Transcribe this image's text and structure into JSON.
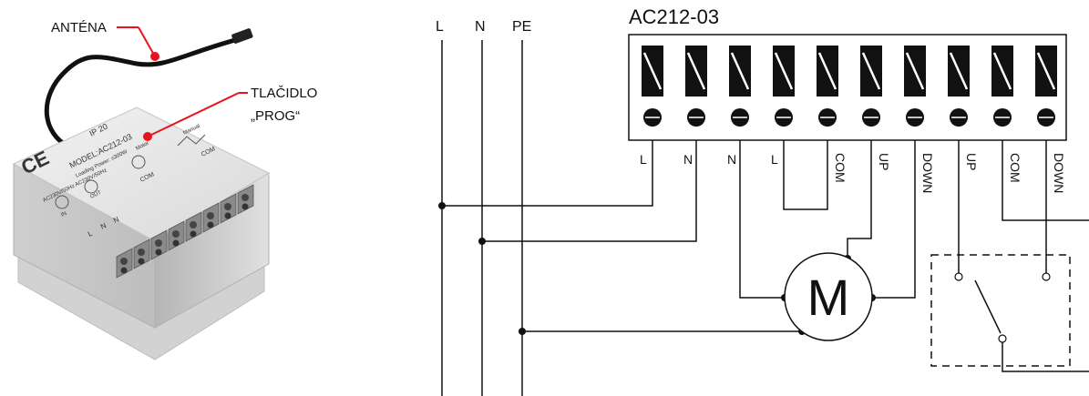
{
  "photo": {
    "antenna_label": "ANTÉNA",
    "prog_label_line1": "TLAČIDLO",
    "prog_label_line2": "„PROG“",
    "device_ce": "CE",
    "device_ip": "IP 20",
    "device_model": "MODEL:AC212-03",
    "device_power": "Loading Power: ≤300W",
    "device_voltage": "AC230V/50Hz AC230V/50Hz",
    "device_in": "IN",
    "device_out": "OUT",
    "device_motor": "Motor",
    "device_manual": "Manual",
    "device_com1": "COM",
    "device_com2": "COM",
    "device_l": "L",
    "device_n1": "N",
    "device_n2": "N",
    "accent_color": "#e8141b"
  },
  "diagram": {
    "title": "AC212-03",
    "bus_labels": [
      "L",
      "N",
      "PE"
    ],
    "terminal_labels": [
      "L",
      "N",
      "N",
      "L",
      "COM",
      "UP",
      "DOWN",
      "UP",
      "COM",
      "DOWN"
    ],
    "motor_label": "M"
  }
}
